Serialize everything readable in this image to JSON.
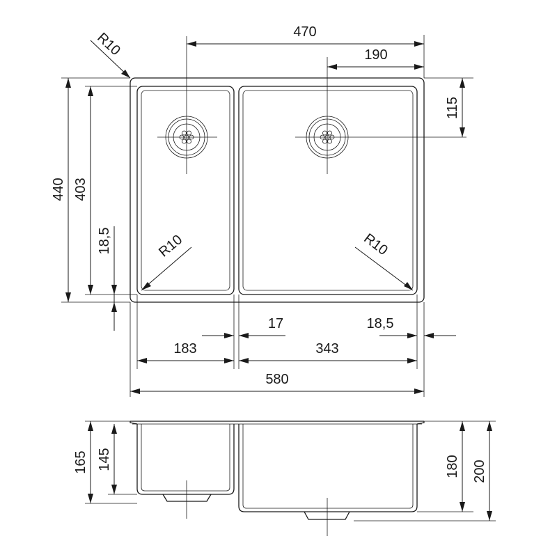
{
  "colors": {
    "line": "#1a1a1a",
    "background": "#ffffff"
  },
  "top_view": {
    "dims": {
      "width_470": "470",
      "width_190": "190",
      "height_115": "115",
      "height_440": "440",
      "height_403": "403",
      "offset_18_5_left": "18,5",
      "radius_outer": "R10",
      "radius_left_bowl": "R10",
      "radius_right_bowl": "R10",
      "gap_17": "17",
      "offset_18_5_right": "18,5",
      "width_183": "183",
      "width_343": "343",
      "width_580": "580"
    }
  },
  "side_view": {
    "dims": {
      "depth_165": "165",
      "depth_145": "145",
      "depth_180": "180",
      "depth_200": "200"
    }
  }
}
